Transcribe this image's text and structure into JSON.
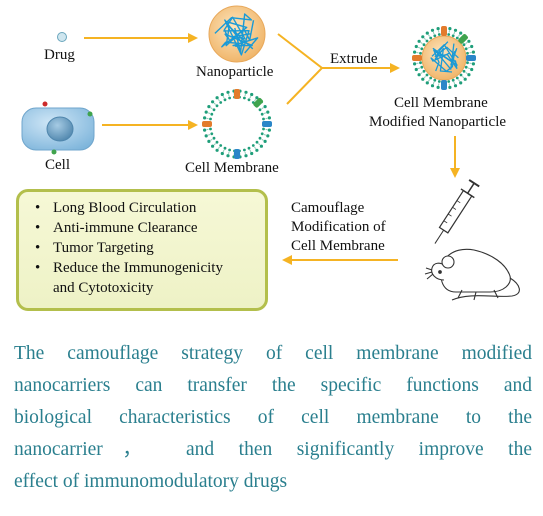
{
  "labels": {
    "drug": "Drug",
    "cell": "Cell",
    "nanoparticle": "Nanoparticle",
    "cell_membrane": "Cell Membrane",
    "extrude": "Extrude",
    "cmnp_line1": "Cell Membrane",
    "cmnp_line2": "Modified Nanoparticle",
    "camouflage_line1": "Camouflage",
    "camouflage_line2": "Modification of",
    "camouflage_line3": "Cell Membrane"
  },
  "benefits": [
    "Long Blood Circulation",
    "Anti-immune Clearance",
    "Tumor Targeting",
    "Reduce the Immunogenicity",
    "and Cytotoxicity"
  ],
  "caption": [
    "The camouflage strategy of cell membrane modified",
    "nanocarriers can transfer the specific functions and",
    "biological characteristics of cell membrane to the",
    "nanocarrier， and then significantly improve the",
    "effect of immunomodulatory drugs"
  ],
  "colors": {
    "arrow": "#f5b323",
    "caption_text": "#2a7f8e",
    "box_border": "#b3bf4c",
    "box_fill": "#f1f4cc",
    "cell_fill": "#9ec9e6",
    "nucleus_fill": "#6a9fc0",
    "lipid_head": "#1f9e7a",
    "protein_orange": "#e37b2c",
    "protein_blue": "#2a86c8",
    "nanoparticle_core": "#f6c98f",
    "polymer_strand": "#1a9ad6"
  }
}
